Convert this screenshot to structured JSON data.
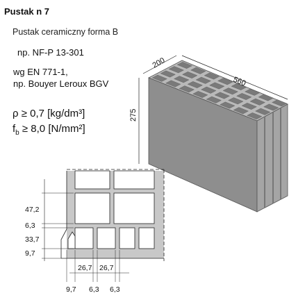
{
  "title": "Pustak n 7",
  "description": "Pustak ceramiczny forma B",
  "standard": "np. NF-P 13-301",
  "standard2_line1": "wg EN 771-1,",
  "standard2_line2": "np. Bouyer Leroux BGV",
  "density": {
    "symbol": "ρ",
    "text": " ≥ 0,7 [kg/dm³]"
  },
  "strength": {
    "symbol": "f",
    "sub": "b",
    "text": " ≥ 8,0 [N/mm²]"
  },
  "block_dims": {
    "width": "200",
    "length": "560",
    "height": "275"
  },
  "section_vertical_dims": [
    "47,2",
    "6,3",
    "33,7",
    "9,7"
  ],
  "section_horizontal_dims": [
    "26,7",
    "26,7",
    "9,7",
    "6,3",
    "6,3"
  ],
  "colors": {
    "block_face": "#9a9a9a",
    "block_top": "#b8b8b8",
    "block_side": "#6e6e6e",
    "section_fill": "#c4c4c4"
  }
}
